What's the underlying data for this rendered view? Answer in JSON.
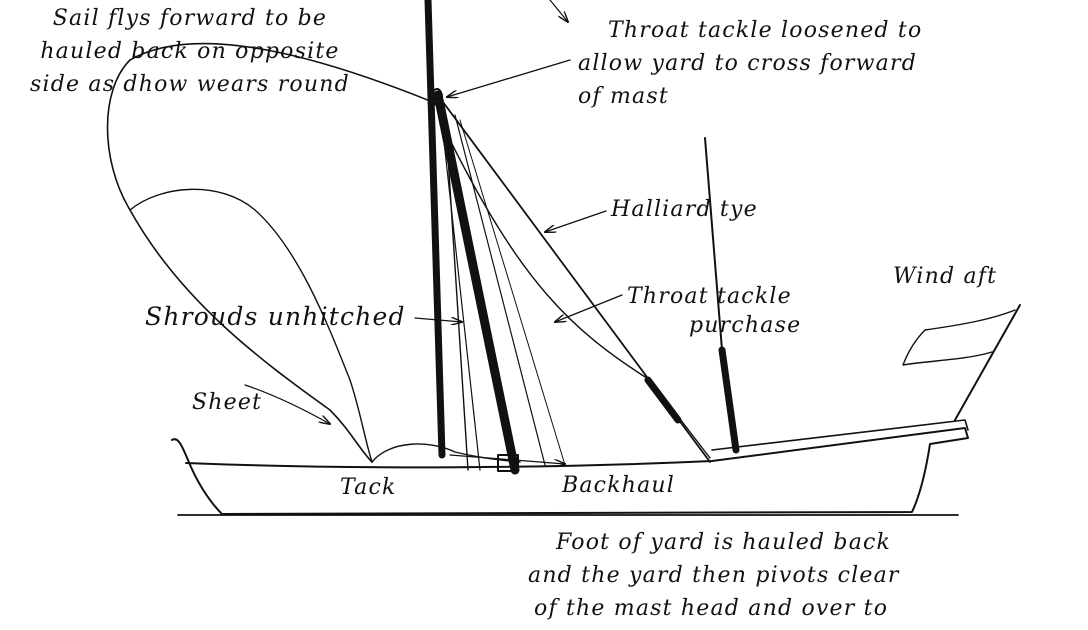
{
  "labels": {
    "sail_flys": [
      "Sail flys forward to be",
      "hauled back on opposite",
      "side as dhow wears round"
    ],
    "throat_tackle_loosened": [
      "Throat tackle loosened to",
      "allow yard to cross forward",
      "of mast"
    ],
    "halliard_tye": "Halliard tye",
    "wind_aft": "Wind aft",
    "shrouds_unhitched": "Shrouds unhitched",
    "throat_tackle_purchase": [
      "Throat tackle",
      "purchase"
    ],
    "sheet": "Sheet",
    "tack": "Tack",
    "backhaul": "Backhaul",
    "foot_of_yard": [
      "Foot of yard is hauled back",
      "and the yard then pivots clear",
      "of the mast head and over to"
    ]
  },
  "colors": {
    "ink": "#111111",
    "paper": "#ffffff"
  }
}
